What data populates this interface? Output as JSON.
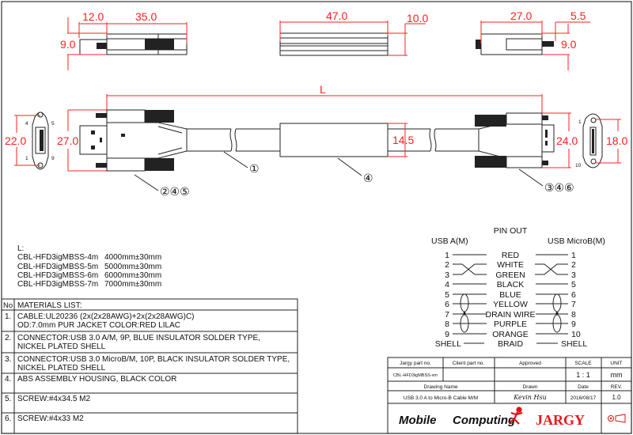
{
  "dimensions": {
    "plug_a_length": "12.0",
    "plug_a_body": "35.0",
    "plug_a_thickness": "9.0",
    "housing_length": "47.0",
    "housing_thickness": "10.0",
    "micro_body": "27.0",
    "micro_plug": "5.5",
    "micro_thickness": "9.0",
    "overall_length": "L",
    "a_end_width": "22.0",
    "a_height": "27.0",
    "housing_width": "14.5",
    "micro_height": "24.0",
    "micro_end_width": "18.0"
  },
  "end_view_pins": {
    "a_tl": "4",
    "a_tr": "5",
    "a_bl": "1",
    "a_br": "9",
    "micro_top": "1",
    "micro_bottom": "10"
  },
  "callouts": {
    "cable": "①",
    "connector_a": "②④⑤",
    "housing": "④",
    "connector_micro": "③④⑥"
  },
  "lengths": {
    "title": "L:",
    "items": [
      {
        "part": "CBL-HFD3igMBSS-4m",
        "length": "4000mm±30mm"
      },
      {
        "part": "CBL-HFD3igMBSS-5m",
        "length": "5000mm±30mm"
      },
      {
        "part": "CBL-HFD3igMBSS-6m",
        "length": "6000mm±30mm"
      },
      {
        "part": "CBL-HFD3igMBSS-7m",
        "length": "7000mm±30mm"
      }
    ]
  },
  "materials": {
    "no_header": "No",
    "title": "MATERIALS LIST:",
    "rows": [
      {
        "no": "1.",
        "line1": "CABLE:UL20236 (2x(2x28AWG)+2x(2x28AWG)C)",
        "line2": "OD:7.0mm  PUR JACKET COLOR:RED LILAC"
      },
      {
        "no": "2.",
        "line1": "CONNECTOR:USB 3.0 A/M, 9P, BLUE INSULATOR SOLDER TYPE,",
        "line2": "NICKEL PLATED SHELL"
      },
      {
        "no": "3.",
        "line1": "CONNECTOR:USB 3.0 MicroB/M, 10P, BLACK INSULATOR SOLDER TYPE,",
        "line2": "NICKEL PLATED SHELL"
      },
      {
        "no": "4.",
        "line1": "ABS ASSEMBLY HOUSING, BLACK COLOR",
        "line2": ""
      },
      {
        "no": "5.",
        "line1": "SCREW:#4x34.5 M2",
        "line2": ""
      },
      {
        "no": "6.",
        "line1": "SCREW:#4x33 M2",
        "line2": ""
      }
    ]
  },
  "pinout": {
    "title": "PIN OUT",
    "left_header": "USB A(M)",
    "right_header": "USB MicroB(M)",
    "rows": [
      {
        "a": "1",
        "wire": "RED",
        "b": "1"
      },
      {
        "a": "2",
        "wire": "WHITE",
        "b": "2"
      },
      {
        "a": "3",
        "wire": "GREEN",
        "b": "3"
      },
      {
        "a": "4",
        "wire": "BLACK",
        "b": "5"
      },
      {
        "a": "5",
        "wire": "BLUE",
        "b": "6"
      },
      {
        "a": "6",
        "wire": "YELLOW",
        "b": "7"
      },
      {
        "a": "7",
        "wire": "DRAIN WIRE",
        "b": "8"
      },
      {
        "a": "8",
        "wire": "PURPLE",
        "b": "9"
      },
      {
        "a": "9",
        "wire": "ORANGE",
        "b": "10"
      },
      {
        "a": "SHELL",
        "wire": "BRAID",
        "b": "SHELL"
      }
    ]
  },
  "title_block": {
    "jargy_part_label": "Jargy part no.",
    "client_part_label": "Client part no.",
    "approved_label": "Approved",
    "scale_label": "SCALE",
    "unit_label": "UNIT",
    "jargy_part": "CBL-HFD3igMBSS-xm",
    "scale": "1 : 1",
    "unit": "mm",
    "drawing_name_label": "Drawing Name",
    "drawn_label": "Drawn",
    "date_label": "Date",
    "rev_label": "REV.",
    "drawing_name": "USB 3.0 A to Micro-B Cable M/M",
    "drawn": "Kevin Hsu",
    "date": "2016/08/17",
    "rev": "1.0",
    "logo_mobile": "Mobile",
    "logo_computing": "Computing",
    "logo_jargy": "JARGY"
  },
  "colors": {
    "dimension": "#ff2020",
    "line": "#222222"
  }
}
